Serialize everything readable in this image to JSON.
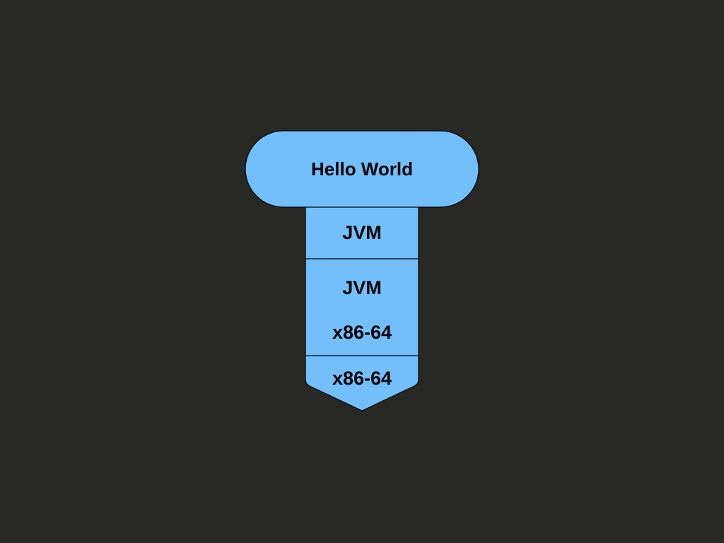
{
  "colors": {
    "background": "#282825",
    "block_fill": "#73bffb",
    "outline": "#000000",
    "text": "#000000"
  },
  "diagram": {
    "program": {
      "label": "Hello World"
    },
    "layers": [
      {
        "label": "JVM"
      },
      {
        "label": "JVM",
        "sublabel": "x86-64"
      },
      {
        "label": "x86-64"
      }
    ]
  }
}
